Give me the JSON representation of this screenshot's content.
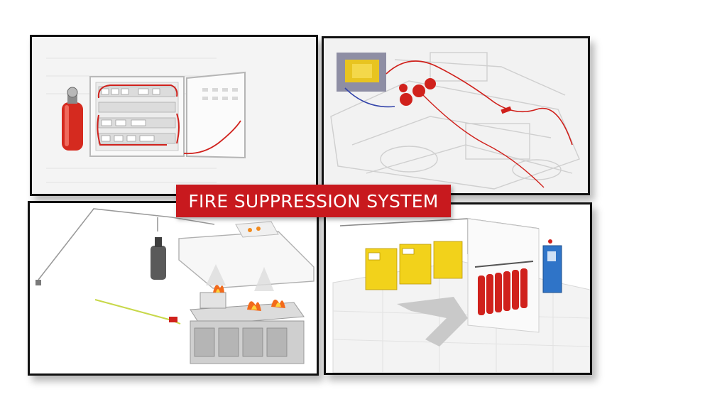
{
  "banner": {
    "title": "FIRE SUPPRESSION SYSTEM",
    "background_color": "#c8191e",
    "text_color": "#ffffff"
  },
  "panels": [
    {
      "subject": "control-cabinet-with-extinguisher-cylinder"
    },
    {
      "subject": "vehicle-engine-bay-suppression"
    },
    {
      "subject": "commercial-kitchen-hood-suppression"
    },
    {
      "subject": "server-room-gas-cylinder-bank"
    }
  ],
  "colors": {
    "accent_red": "#d0211c",
    "cabinet_yellow": "#f2d21b",
    "door_blue": "#2f74c8",
    "pipe_green": "#c8d84a"
  }
}
